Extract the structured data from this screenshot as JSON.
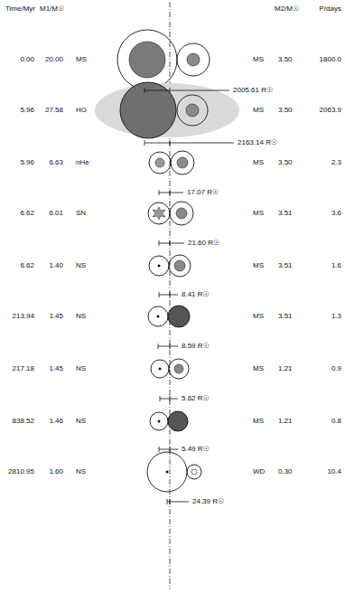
{
  "diagram": {
    "labels": [
      "Time/Myr",
      "M1/M☉",
      "M2/M☉",
      "P/days",
      "0.00",
      "20.00",
      "MS",
      "MS",
      "3.50",
      "1800.0",
      "2005.61 R☉",
      "5.96",
      "27.58",
      "HG",
      "MS",
      "3.50",
      "2063.9",
      "2163.14 R☉",
      "5.96",
      "6.63",
      "nHe",
      "MS",
      "3.50",
      "2.3",
      "17.07 R☉",
      "6.62",
      "6.01",
      "SN",
      "MS",
      "3.51",
      "3.6",
      "21.60 R☉",
      "6.62",
      "1.40",
      "NS",
      "MS",
      "3.51",
      "1.6",
      "8.41 R☉",
      "213.94",
      "1.45",
      "NS",
      "MS",
      "3.51",
      "1.3",
      "8.59 R☉",
      "217.18",
      "1.45",
      "NS",
      "MS",
      "1.21",
      "0.9",
      "5.62 R☉",
      "838.52",
      "1.46",
      "NS",
      "MS",
      "1.21",
      "0.8",
      "5.49 R☉",
      "2810.95",
      "1.60",
      "NS",
      "WD",
      "0.30",
      "10.4",
      "24.39 R☉"
    ]
  }
}
